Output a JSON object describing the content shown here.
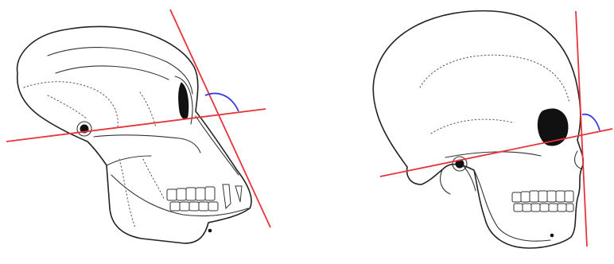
{
  "figure": {
    "panels": [
      {
        "subject": "ape-skull",
        "lines": [
          "frankfort-horizontal",
          "facial-profile"
        ],
        "angle_marker": "obtuse-facial-angle"
      },
      {
        "subject": "human-skull",
        "lines": [
          "frankfort-horizontal",
          "facial-profile"
        ],
        "angle_marker": "near-right-facial-angle"
      }
    ],
    "colors": {
      "reference_lines": "#e8333c",
      "angle_arc": "#3a3adf",
      "ink": "#222222",
      "orbit_fill": "#111111"
    }
  }
}
